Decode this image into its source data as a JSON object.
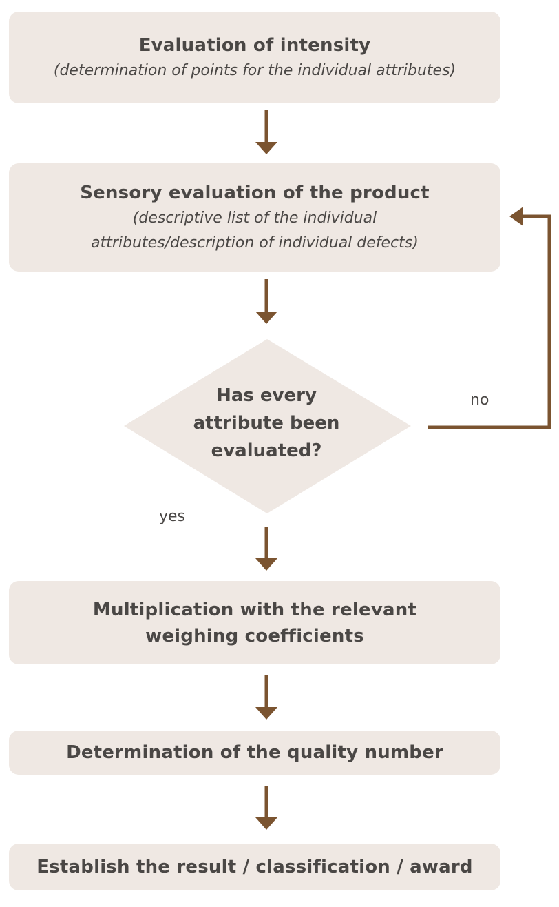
{
  "flowchart": {
    "steps": [
      {
        "title": "Evaluation of intensity",
        "subtitle": "(determination of points for the individual attributes)"
      },
      {
        "title": "Sensory evaluation of the product",
        "subtitle": "(descriptive list of the individual\nattributes/description of individual defects)"
      },
      {
        "title": "Multiplication with the relevant\nweighing coefficients"
      },
      {
        "title": "Determination of the quality number"
      },
      {
        "title": "Establish the result / classification / award"
      }
    ],
    "decision": {
      "question": "Has every\nattribute been\nevaluated?",
      "no_label": "no",
      "yes_label": "yes"
    }
  },
  "colors": {
    "box_fill": "#efe8e3",
    "arrow": "#7b5430",
    "text": "#4a4745"
  }
}
